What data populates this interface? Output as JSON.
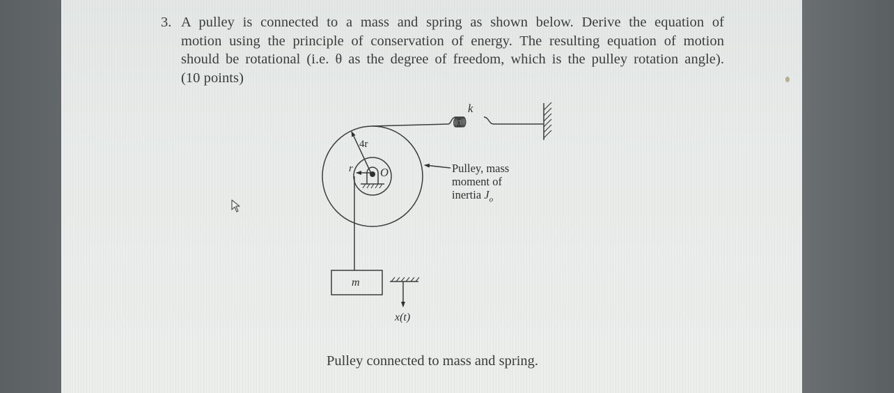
{
  "question": {
    "number": "3.",
    "lines": [
      "A pulley is connected to a mass and spring as shown below. Derive the equation of",
      "motion using the principle of conservation of energy. The resulting equation of motion",
      "should be rotational (i.e. θ as the degree of freedom, which is the pulley rotation angle)."
    ],
    "points": "(10 points)"
  },
  "diagram": {
    "spring_label": "k",
    "outer_radius_label": "4r",
    "inner_radius_label": "r",
    "pivot_label": "O",
    "mass_label": "m",
    "displacement_label": "x(t)",
    "pulley_annotation": {
      "line1": "Pulley, mass",
      "line2": "moment of",
      "line3_text": "inertia ",
      "line3_symbol": "J",
      "line3_subscript": "o"
    }
  },
  "caption": "Pulley connected to mass and spring.",
  "colors": {
    "paper": "#e9ecea",
    "ink": "#3a3c3c",
    "background": "#5d6264"
  }
}
